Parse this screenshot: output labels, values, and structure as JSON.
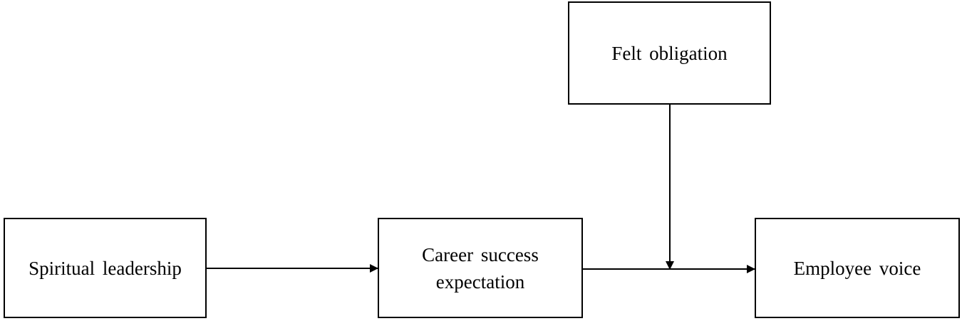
{
  "diagram": {
    "nodes": {
      "felt_obligation": "Felt obligation",
      "spiritual_leadership": "Spiritual leadership",
      "career_success_expectation": [
        "Career success",
        "expectation"
      ],
      "employee_voice": "Employee voice"
    },
    "edges": [
      {
        "from": "Spiritual leadership",
        "to": "Career success expectation"
      },
      {
        "from": "Career success expectation",
        "to": "Employee voice"
      },
      {
        "from": "Felt obligation",
        "to": "Career success expectation → Employee voice path"
      }
    ]
  }
}
